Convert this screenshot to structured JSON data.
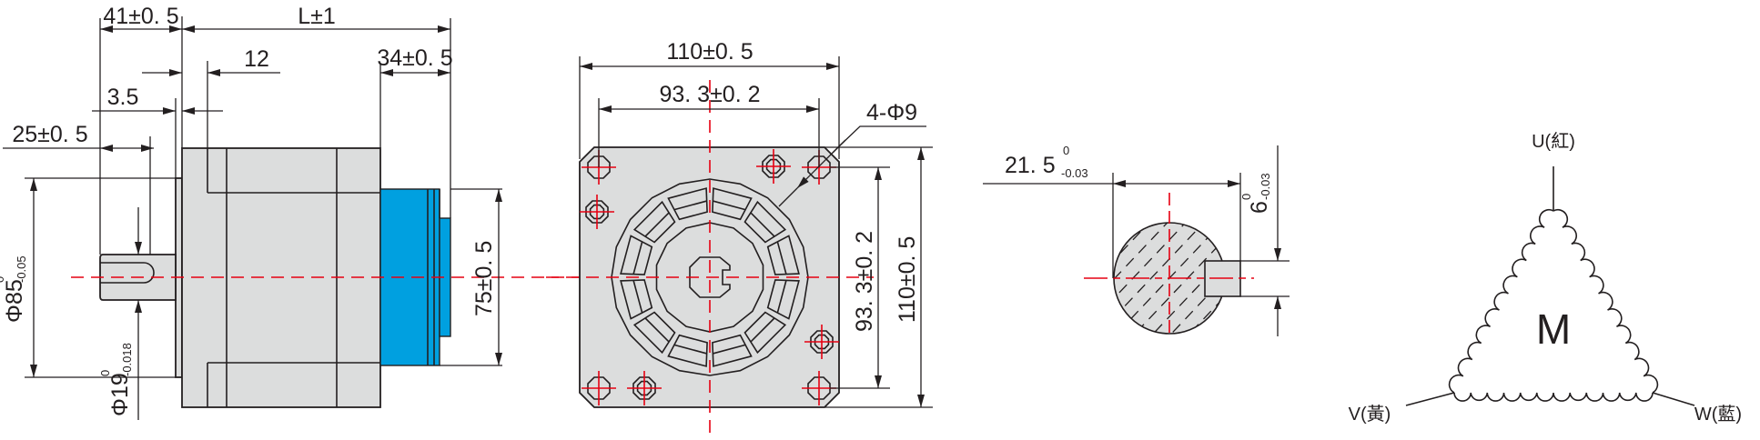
{
  "colors": {
    "body": "#dcdddd",
    "encoder": "#00a0e0",
    "centerline": "#e60012",
    "line": "#231f20"
  },
  "side_view": {
    "dim_41": "41±0. 5",
    "dim_L": "L±1",
    "dim_12": "12",
    "dim_34": "34±0. 5",
    "dim_3_5": "3.5",
    "dim_25": "25±0. 5",
    "dim_75": "75±0. 5",
    "phi85": {
      "main": "Φ85",
      "upper": "0",
      "lower": "-0.05"
    },
    "phi19": {
      "main": "Φ19",
      "upper": "0",
      "lower": "-0.018"
    }
  },
  "front_view": {
    "dim_110_h": "110±0. 5",
    "dim_93_h": "93. 3±0. 2",
    "holes": "4-Φ9",
    "dim_93_v": "93. 3±0. 2",
    "dim_110_v": "110±0. 5"
  },
  "shaft_section": {
    "dim_21_5": {
      "main": "21. 5",
      "upper": "0",
      "lower": "-0.03"
    },
    "dim_6": {
      "main": "6",
      "upper": "0",
      "lower": "-0.03"
    }
  },
  "wiring": {
    "u": "U(紅)",
    "v": "V(黃)",
    "w": "W(藍)",
    "motor": "M"
  }
}
